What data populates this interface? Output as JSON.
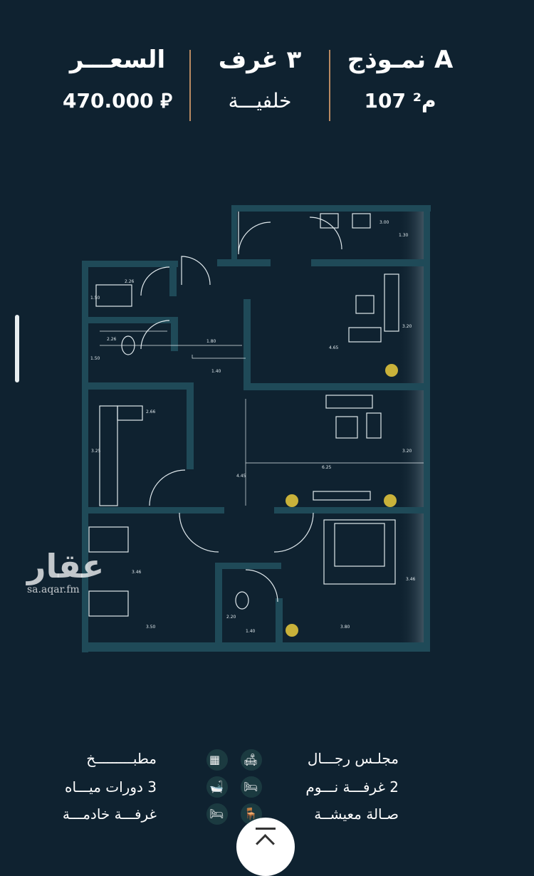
{
  "header": {
    "model_title": "نمـوذج A",
    "area": "107 م²",
    "rooms_title": "٣ غرف",
    "position": "خلفيـــة",
    "price_title": "السعـــر",
    "price": "470.000 ⃁"
  },
  "plan_dimensions": [
    "3.00",
    "1.30",
    "2.26",
    "1.50",
    "2.26",
    "1.50",
    "1.80",
    "1.40",
    "4.65",
    "3.20",
    "2.66",
    "3.25",
    "6.25",
    "3.20",
    "4.45",
    "3.46",
    "3.50",
    "2.20",
    "1.40",
    "3.80",
    "3.46"
  ],
  "watermark": {
    "logo": "عقار",
    "url": "sa.aqar.fm"
  },
  "features": [
    {
      "label": "مجلـس رجـــال",
      "icon": "sofa-icon"
    },
    {
      "label": "مطبـــــــــخ",
      "icon": "kitchen-icon"
    },
    {
      "label": "2 غرفـــة نـــوم",
      "icon": "bed-icon"
    },
    {
      "label": "3 دورات ميـــاه",
      "icon": "bath-icon"
    },
    {
      "label": "صـالة معيشــة",
      "icon": "armchair-icon"
    },
    {
      "label": "غرفـــة خادمـــة",
      "icon": "bed-icon"
    }
  ],
  "colors": {
    "background": "#0f2230",
    "wall": "#1f4a58",
    "separator": "#b98a62"
  }
}
